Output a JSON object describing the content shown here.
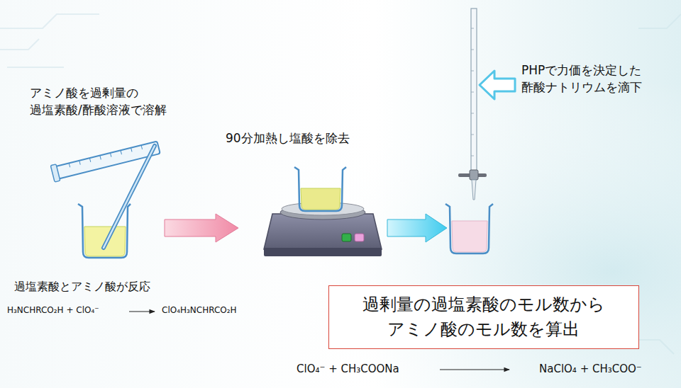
{
  "diagram": {
    "nodes": [
      {
        "text": [
          "過剰量の過塩素酸のモル数から アミノ酸のモル数を算出"
        ]
      }
    ],
    "labels": [
      "アミノ酸を過剰量の 過塩素酸/酢酸溶液で溶解",
      "90分加熱し塩酸を除去",
      "PHPで力価を決定した 酢酸ナトリウムを滴下",
      "過塩素酸とアミノ酸が反応",
      "H₃NCHRCO₂H + ClO₄⁻",
      "ClO₄H₃NCHRCO₂H",
      "ClO₄⁻ + CH₃COONa",
      "NaClO₄ + CH₃COO⁻"
    ]
  }
}
